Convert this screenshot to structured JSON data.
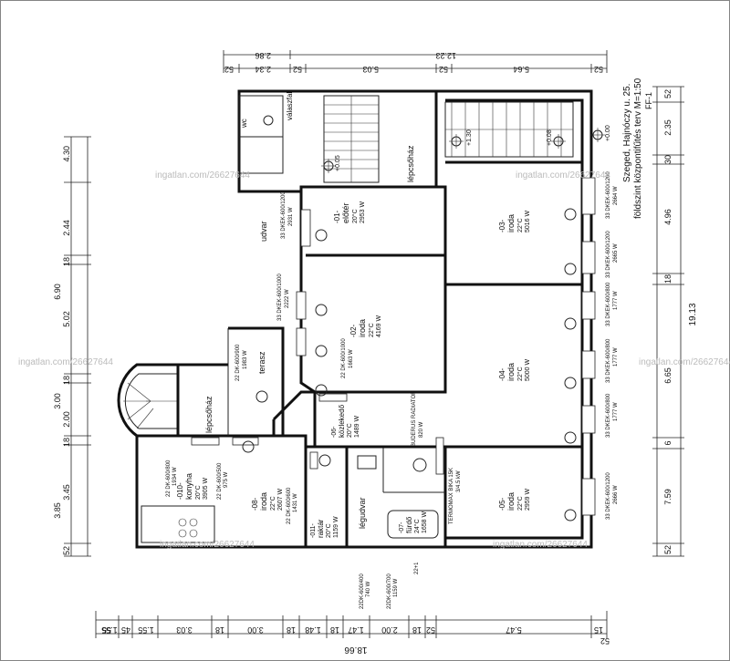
{
  "title": {
    "line1": "Szeged, Hajnóczy u. 25.",
    "line2": "földszint központifűtés terv M=1:50",
    "line3": "FF-1"
  },
  "watermark": "ingatlan.com/26627644",
  "rooms": [
    {
      "id": "r1",
      "num": "-01-",
      "name": "előtér",
      "temp": "20°C",
      "power": "2953 W"
    },
    {
      "id": "r2",
      "num": "-02-",
      "name": "iroda",
      "temp": "22°C",
      "power": "4169 W"
    },
    {
      "id": "r3",
      "num": "-03-",
      "name": "iroda",
      "temp": "22°C",
      "power": "5016 W"
    },
    {
      "id": "r4",
      "num": "-04-",
      "name": "iroda",
      "temp": "22°C",
      "power": "5000 W"
    },
    {
      "id": "r5",
      "num": "-05-",
      "name": "iroda",
      "temp": "22°C",
      "power": "2959 W"
    },
    {
      "id": "r6",
      "num": "-06-",
      "name": "közlekedő",
      "temp": "20°C",
      "power": "1489 W"
    },
    {
      "id": "r7",
      "num": "-07-",
      "name": "fürdő",
      "temp": "24°C",
      "power": "1658 W"
    },
    {
      "id": "r8",
      "num": "-08-",
      "name": "iroda",
      "temp": "22°C",
      "power": "2607 W"
    },
    {
      "id": "r9",
      "num": "-010-",
      "name": "konyha",
      "temp": "20°C",
      "power": "3905 W"
    },
    {
      "id": "r10",
      "num": "-011-",
      "name": "raktár",
      "temp": "20°C",
      "power": "1159 W"
    }
  ],
  "labels": {
    "lepcsohaz_top": "lépcsőház",
    "lepcsohaz_left": "lépcsőház",
    "udvar": "udvar",
    "terasz": "terasz",
    "legudvar": "légudvar",
    "wc": "wc",
    "valaszfal": "válaszfal"
  },
  "radiators": {
    "r1": "33 DKEK-600/1200",
    "r1w": "2931 W",
    "r3": "33 DKEK-600/1200",
    "r3w": "2664 W",
    "r3b": "33 DKEK-600/1200",
    "r3bw": "2665 W",
    "r4a": "33 DKEK-600/800",
    "r4aw": "1777 W",
    "r4b": "33 DKEK-600/800",
    "r4bw": "1777 W",
    "r4c": "33 DKEK-600/800",
    "r4cw": "1777 W",
    "r5": "33 DKEK-600/1200",
    "r5w": "2666 W",
    "r2": "33 DKEK-600/1000",
    "r2w": "2222 W",
    "r8": "22 DK-600/1000",
    "r8w": "1663 W",
    "r2b": "22 DK-600/900",
    "r2bw": "1983 W",
    "r9": "22 DK-600/800",
    "r9w": "1934 W",
    "r8b": "22 DK-600/500",
    "r8bw": "975 W",
    "r10": "22 DK-600/600",
    "r10w": "1431 W",
    "r6": "BUDERUS RADIATOR",
    "r6w": "820 W",
    "r7": "TERMOMAX BIKA 15K",
    "r7w": "3/4.5 kW"
  },
  "dims_top": [
    "52",
    "2.34",
    "52",
    "5.03",
    "52",
    "5.64",
    "52"
  ],
  "dims_top2": [
    "2.86",
    "12.23"
  ],
  "dims_bottom": [
    "55",
    "1.55",
    "45",
    "1.55",
    "3.03",
    "18",
    "3.00",
    "18",
    "1.48",
    "18",
    "1.47",
    "2.00",
    "18",
    "52",
    "5.47",
    "15",
    "52"
  ],
  "dims_bottom_total": "18.66",
  "dims_left": [
    "4.30",
    "2.44",
    "18",
    "6.90",
    "5.02",
    "18",
    "3.00",
    "2.00",
    "18",
    "3.45",
    "3.85",
    "52"
  ],
  "dims_right": [
    "52",
    "2.35",
    "30",
    "4.96",
    "18",
    "6.65",
    "6",
    "7.59",
    "52"
  ],
  "dims_right_total": "19.13",
  "lower_radiators": {
    "a": "22DK-600/400",
    "aw": "740 W",
    "b": "22DK-600/700",
    "bw": "1159 W",
    "c": "22+1"
  },
  "elevations": {
    "e1": "+0.05",
    "e2": "+1.30",
    "e3": "+0.08",
    "e4": "+0.00"
  }
}
